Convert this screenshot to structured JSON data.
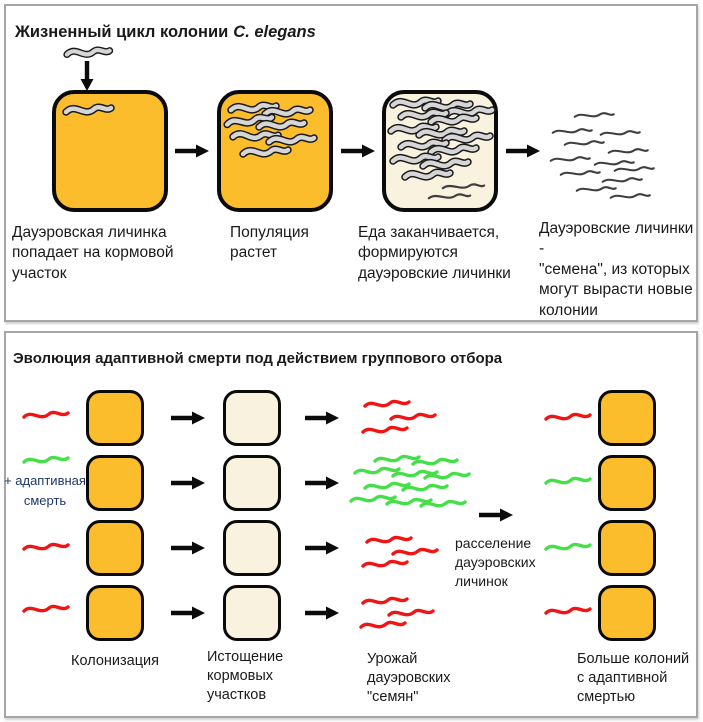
{
  "colors": {
    "orange": "#FCBD2C",
    "cream": "#F9F2DE",
    "red": "#F01414",
    "green": "#45E049",
    "worm_gray": "#D6D6D6",
    "worm_outline": "#1A1A1A",
    "worm_dark": "#3F3F3F",
    "panel_border": "#A6A6A6",
    "navy": "#1F3864",
    "text": "#1A1A1A"
  },
  "panel1": {
    "title_main": "Жизненный цикл колонии",
    "title_species": "C. elegans",
    "captions": [
      [
        "Дауэровская личинка",
        "попадает на кормовой",
        "участок"
      ],
      [
        "Популяция",
        "растет"
      ],
      [
        "Еда заканчивается,",
        "формируются",
        "дауэровские личинки"
      ],
      [
        "Дауэровские личинки -",
        "\"семена\", из которых",
        "могут вырасти новые",
        "колонии"
      ]
    ]
  },
  "panel2": {
    "title": "Эволюция адаптивной смерти под действием группового отбора",
    "side_label": [
      "+ адаптивная",
      "смерть"
    ],
    "dispersal_label": [
      "расселение",
      "дауэровских",
      "личинок"
    ],
    "captions": [
      [
        "Колонизация"
      ],
      [
        "Истощение",
        "кормовых",
        "участков"
      ],
      [
        "Урожай",
        "дауэровских",
        "\"семян\""
      ],
      [
        "Больше колоний",
        "с адаптивной",
        "смертью"
      ]
    ],
    "rows": [
      {
        "incoming": "red",
        "harvest": "red",
        "harvest_count": 3,
        "outgoing": "red"
      },
      {
        "incoming": "green",
        "harvest": "green",
        "harvest_count": 10,
        "outgoing": "green"
      },
      {
        "incoming": "red",
        "harvest": "red",
        "harvest_count": 3,
        "outgoing": "green"
      },
      {
        "incoming": "red",
        "harvest": "red",
        "harvest_count": 3,
        "outgoing": "red"
      }
    ]
  }
}
